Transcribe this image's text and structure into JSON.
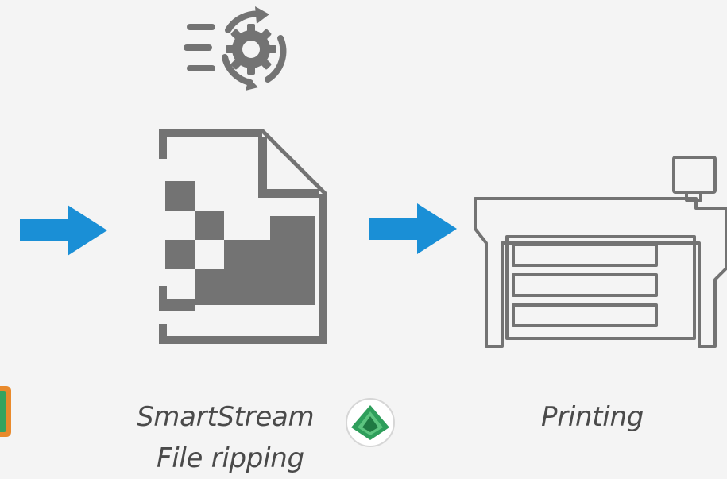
{
  "captions": {
    "ripping_line1": "SmartStream",
    "ripping_line2": "File ripping",
    "printing": "Printing"
  },
  "icons": {
    "process": "gear-refresh-icon",
    "file": "raster-file-icon",
    "printer": "large-format-printer-icon",
    "logo": "smartstream-logo-icon"
  },
  "colors": {
    "background": "#f4f4f4",
    "icon_gray": "#737373",
    "arrow_blue": "#1a8fd6",
    "logo_green": "#2e9e5b",
    "caption_text": "#4a4a4a"
  }
}
